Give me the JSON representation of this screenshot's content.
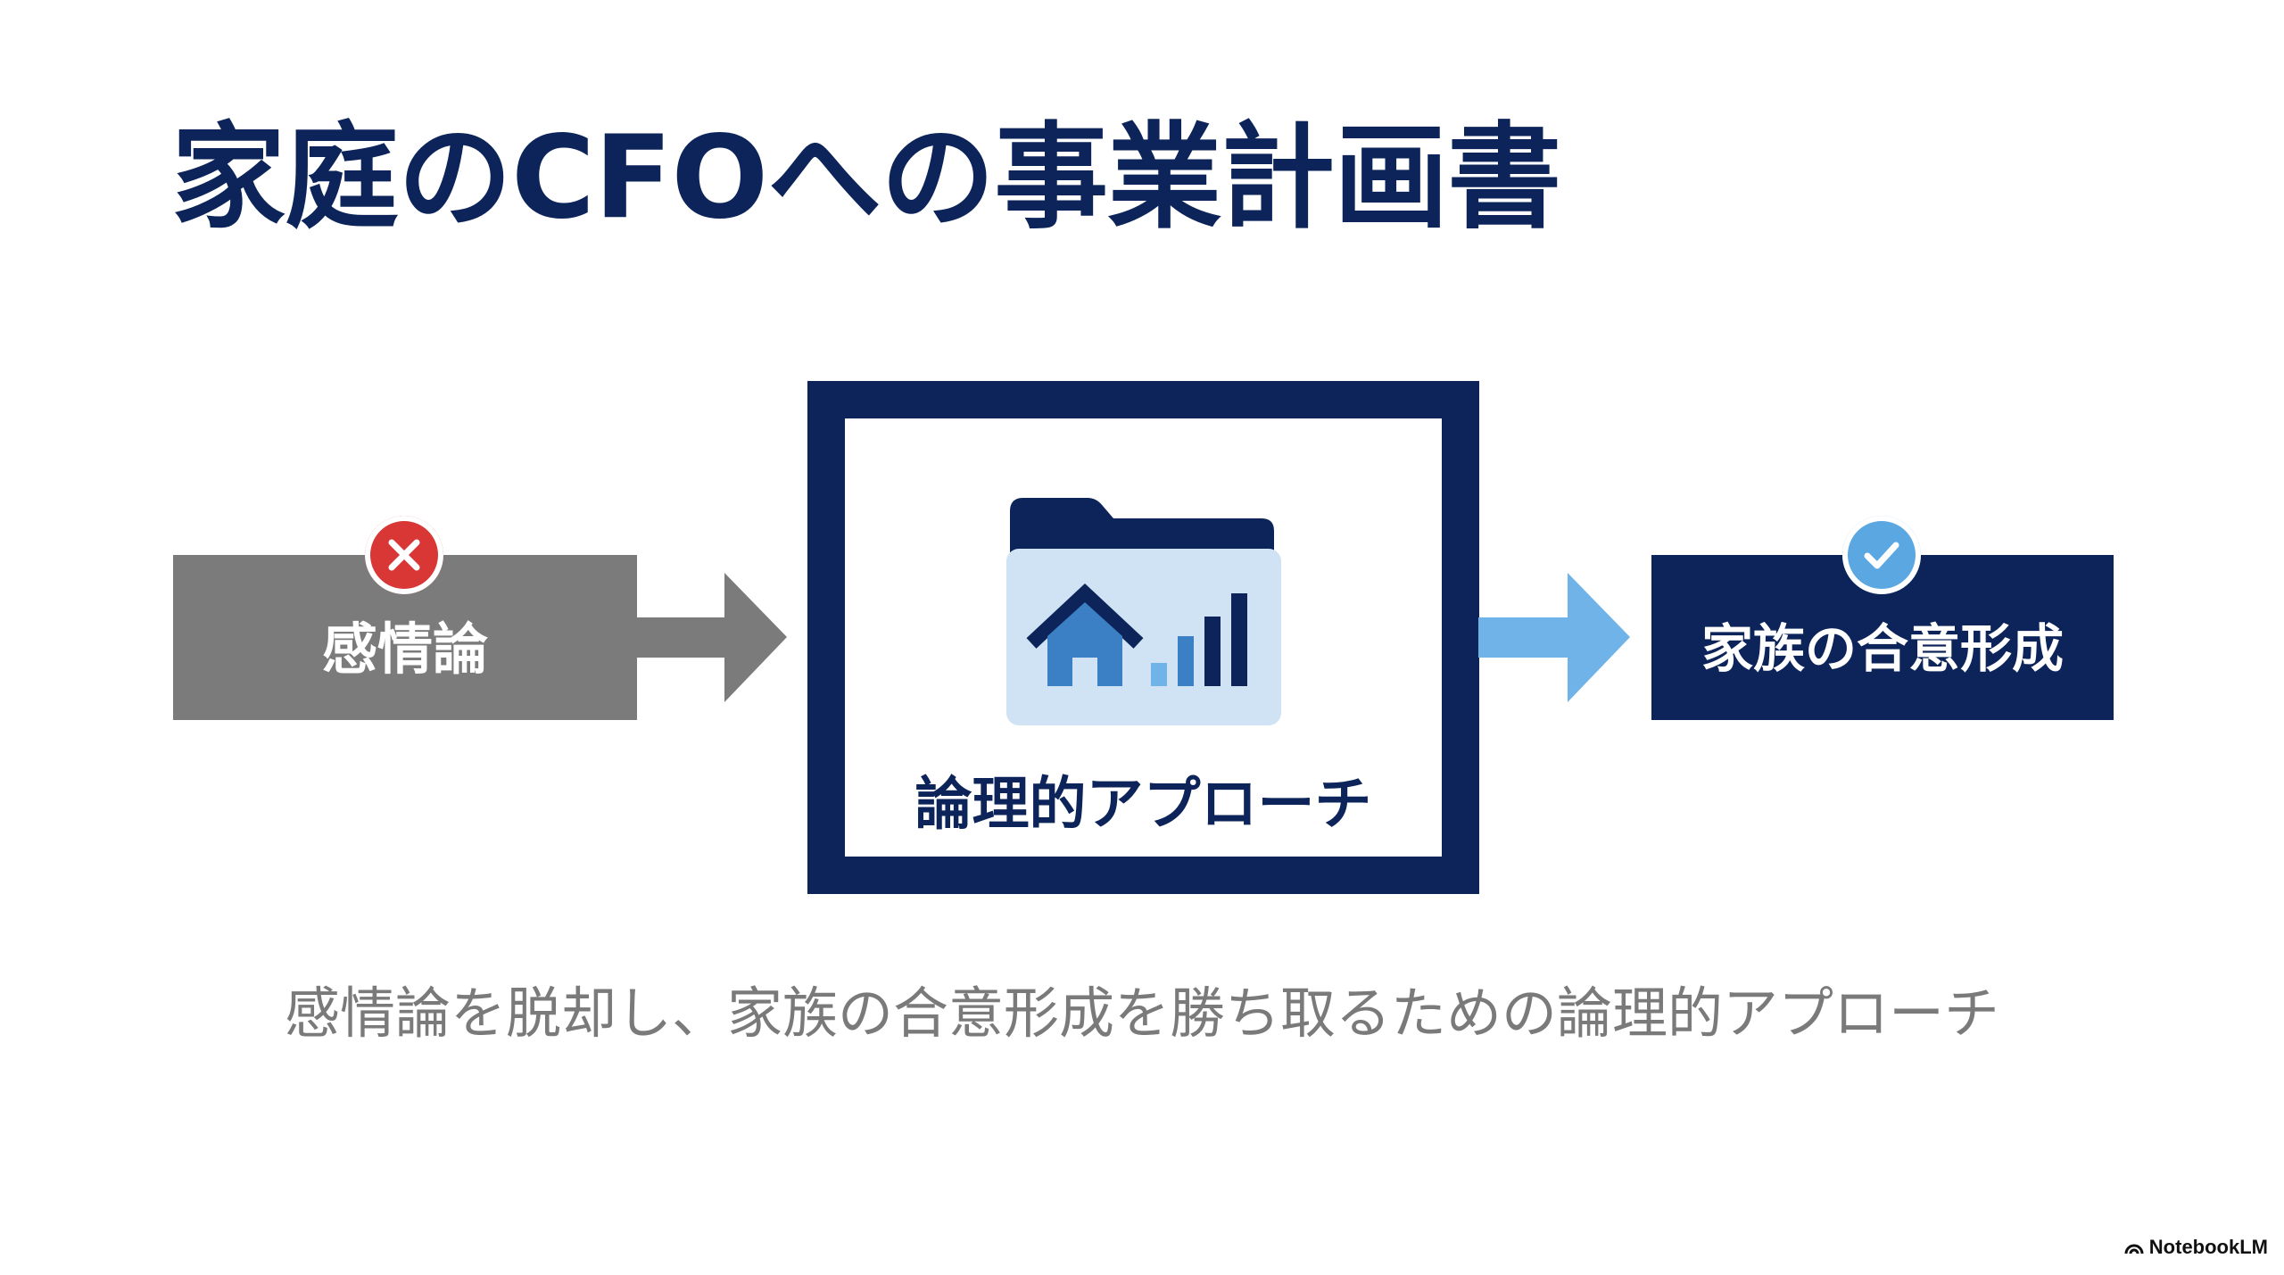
{
  "title": "家庭のCFOへの事業計画書",
  "left_box": {
    "label": "感情論",
    "badge_icon": "x-circle-icon",
    "color": "#7b7b7b"
  },
  "center_box": {
    "label": "論理的アプローチ",
    "icon": "folder-house-chart-icon",
    "color": "#0c2459"
  },
  "right_box": {
    "label": "家族の合意形成",
    "badge_icon": "check-circle-icon",
    "color": "#0c2459"
  },
  "subtitle": "感情論を脱却し、家族の合意形成を勝ち取るための論理的アプローチ",
  "brand": "NotebookLM",
  "colors": {
    "navy": "#0c2459",
    "gray": "#7b7b7b",
    "light_blue": "#6fb3e8",
    "red": "#d93636"
  }
}
